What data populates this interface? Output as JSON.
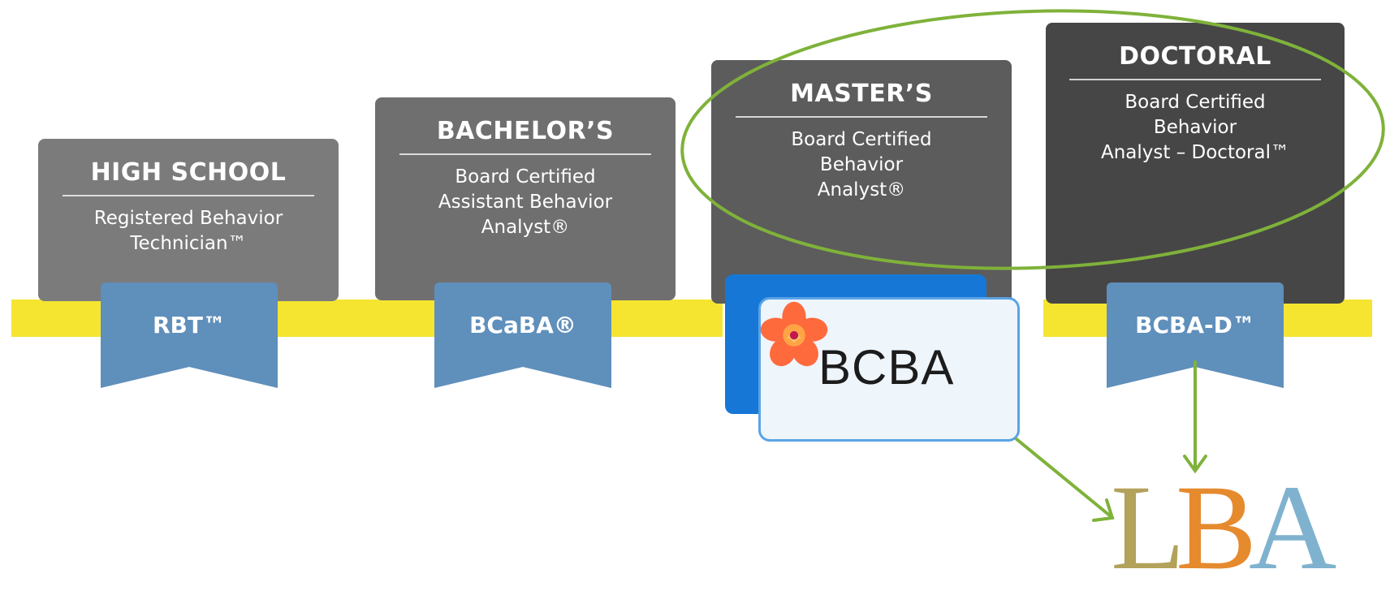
{
  "cards": [
    {
      "title": "HIGH SCHOOL",
      "subtitle_lines": [
        "Registered Behavior",
        "Technician™"
      ]
    },
    {
      "title": "BACHELOR’S",
      "subtitle_lines": [
        "Board Certified",
        "Assistant Behavior",
        "Analyst®"
      ]
    },
    {
      "title": "MASTER’S",
      "subtitle_lines": [
        "Board Certified",
        "Behavior",
        "Analyst®"
      ]
    },
    {
      "title": "DOCTORAL",
      "subtitle_lines": [
        "Board Certified",
        "Behavior",
        "Analyst – Doctoral™"
      ]
    }
  ],
  "ribbons": [
    "RBT™",
    "BCaBA®",
    "BCBA-D™"
  ],
  "bcba_logo": {
    "text": "BCBA",
    "icon": "hibiscus-icon"
  },
  "lba_logo": {
    "letters": [
      "L",
      "B",
      "A"
    ],
    "colors": [
      "#b2a25a",
      "#e68a2e",
      "#7fb2cf"
    ]
  },
  "colors": {
    "timeline": "#f5e531",
    "ribbon": "#5f8fbb",
    "highlight": "#7fb23a",
    "bcba_blue": "#1677d6"
  }
}
